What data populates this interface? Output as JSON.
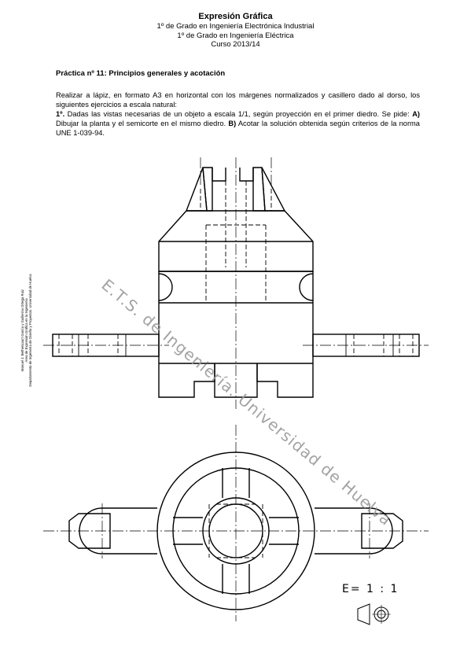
{
  "header": {
    "title": "Expresión Gráfica",
    "line1": "1º de Grado en Ingeniería Electrónica Industrial",
    "line2": "1º de Grado en Ingeniería Eléctrica",
    "line3": "Curso 2013/14"
  },
  "practice": {
    "title": "Práctica nº 11: Principios generales y acotación"
  },
  "intro": {
    "paragraph": "Realizar a lápiz, en formato A3 en horizontal con los márgenes normalizados y casillero dado al dorso, los siguientes ejercicios a escala natural:",
    "exercise_number": "1º.",
    "exercise_text_1": " Dadas las vistas necesarias de un objeto a escala 1/1, según proyección en el primer diedro. Se pide: ",
    "part_a_label": "A)",
    "part_a_text": " Dibujar la planta y el semicorte en el mismo diedro. ",
    "part_b_label": "B)",
    "part_b_text": " Acotar la solución obtenida según criterios de la norma UNE 1-039-94."
  },
  "credits": {
    "line1": "Manuel J. Bethencourt García y Guillermo Ortega Ruiz",
    "line2": "Área de Expresión Gráfica en la Ingeniería",
    "line3": "Departamento de Ingeniería de Diseño y Proyectos. Universidad de Huelva"
  },
  "watermark": "E.T.S. de Ingeniería. Universidad de Huelva",
  "scale_note": "E= 1 : 1",
  "projection_symbol": "first-angle-projection-symbol"
}
